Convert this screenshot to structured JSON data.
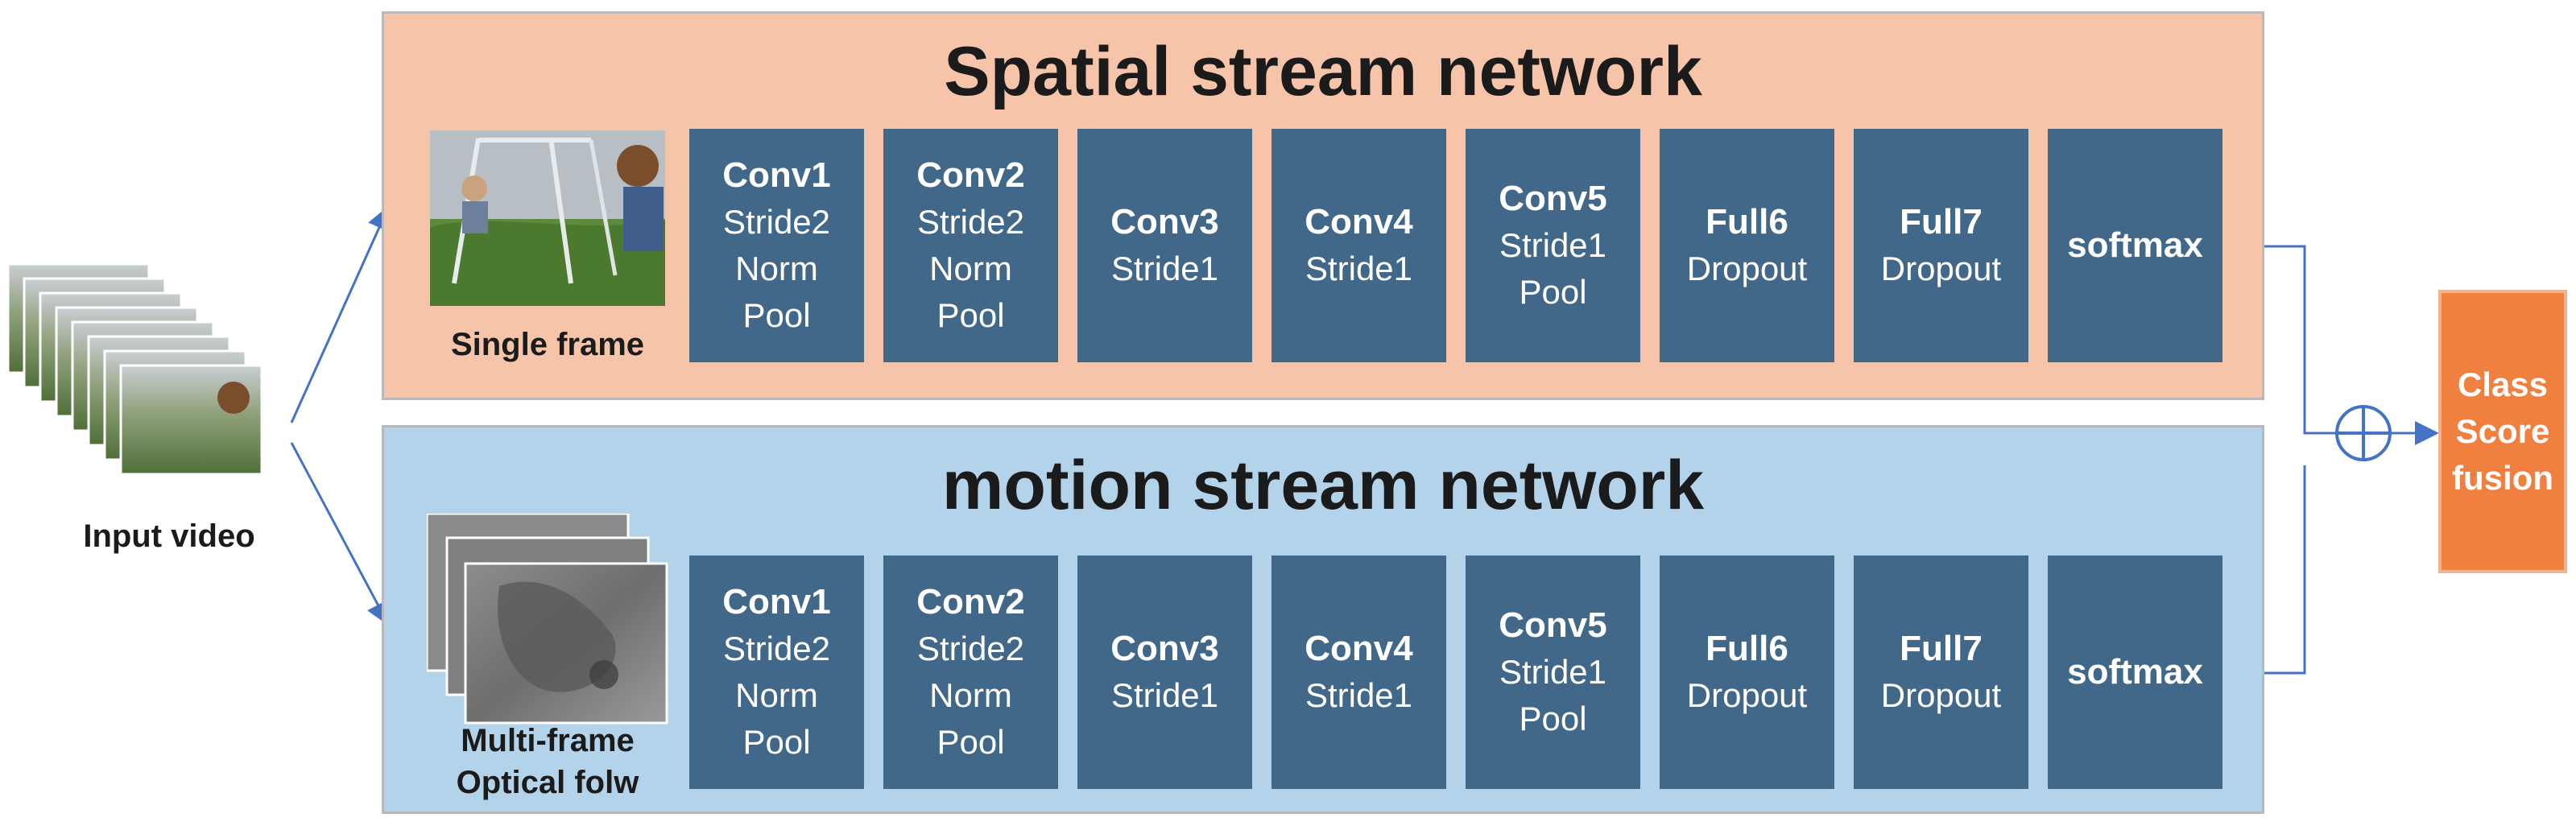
{
  "input": {
    "label": "Input video"
  },
  "spatial": {
    "title": "Spatial stream network",
    "image_label": "Single frame",
    "layers": [
      {
        "name": "Conv1",
        "ops": [
          "Stride2",
          "Norm",
          "Pool"
        ]
      },
      {
        "name": "Conv2",
        "ops": [
          "Stride2",
          "Norm",
          "Pool"
        ]
      },
      {
        "name": "Conv3",
        "ops": [
          "Stride1"
        ]
      },
      {
        "name": "Conv4",
        "ops": [
          "Stride1"
        ]
      },
      {
        "name": "Conv5",
        "ops": [
          "Stride1",
          "Pool"
        ]
      },
      {
        "name": "Full6",
        "ops": [
          "Dropout"
        ]
      },
      {
        "name": "Full7",
        "ops": [
          "Dropout"
        ]
      },
      {
        "name": "softmax",
        "ops": []
      }
    ]
  },
  "motion": {
    "title": "motion stream network",
    "image_label_line1": "Multi-frame",
    "image_label_line2": "Optical folw",
    "layers": [
      {
        "name": "Conv1",
        "ops": [
          "Stride2",
          "Norm",
          "Pool"
        ]
      },
      {
        "name": "Conv2",
        "ops": [
          "Stride2",
          "Norm",
          "Pool"
        ]
      },
      {
        "name": "Conv3",
        "ops": [
          "Stride1"
        ]
      },
      {
        "name": "Conv4",
        "ops": [
          "Stride1"
        ]
      },
      {
        "name": "Conv5",
        "ops": [
          "Stride1",
          "Pool"
        ]
      },
      {
        "name": "Full6",
        "ops": [
          "Dropout"
        ]
      },
      {
        "name": "Full7",
        "ops": [
          "Dropout"
        ]
      },
      {
        "name": "softmax",
        "ops": []
      }
    ]
  },
  "fusion": {
    "line1": "Class",
    "line2": "Score",
    "line3": "fusion"
  },
  "colors": {
    "spatial_panel": "#f6c4a8",
    "motion_panel": "#b3d3ea",
    "layer_block": "#426889",
    "fusion_block": "#f08040",
    "connector": "#4472c4"
  },
  "icons": {
    "fusion_operator": "circled-plus-icon",
    "input_frames": "video-frame-stack-icon",
    "spatial_image": "single-frame-photo-icon",
    "motion_image": "optical-flow-stack-icon"
  }
}
